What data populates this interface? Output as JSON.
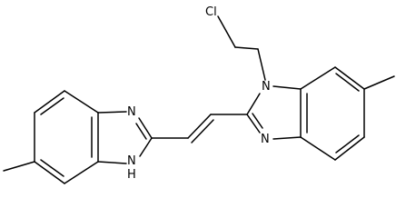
{
  "molecule": {
    "atom_labels": {
      "chlorine": "Cl",
      "n_top_right": "N",
      "n_bottom_right": "N",
      "n_top_left": "N",
      "nh_bottom_left": "H",
      "n_bottom_left": "N"
    }
  }
}
